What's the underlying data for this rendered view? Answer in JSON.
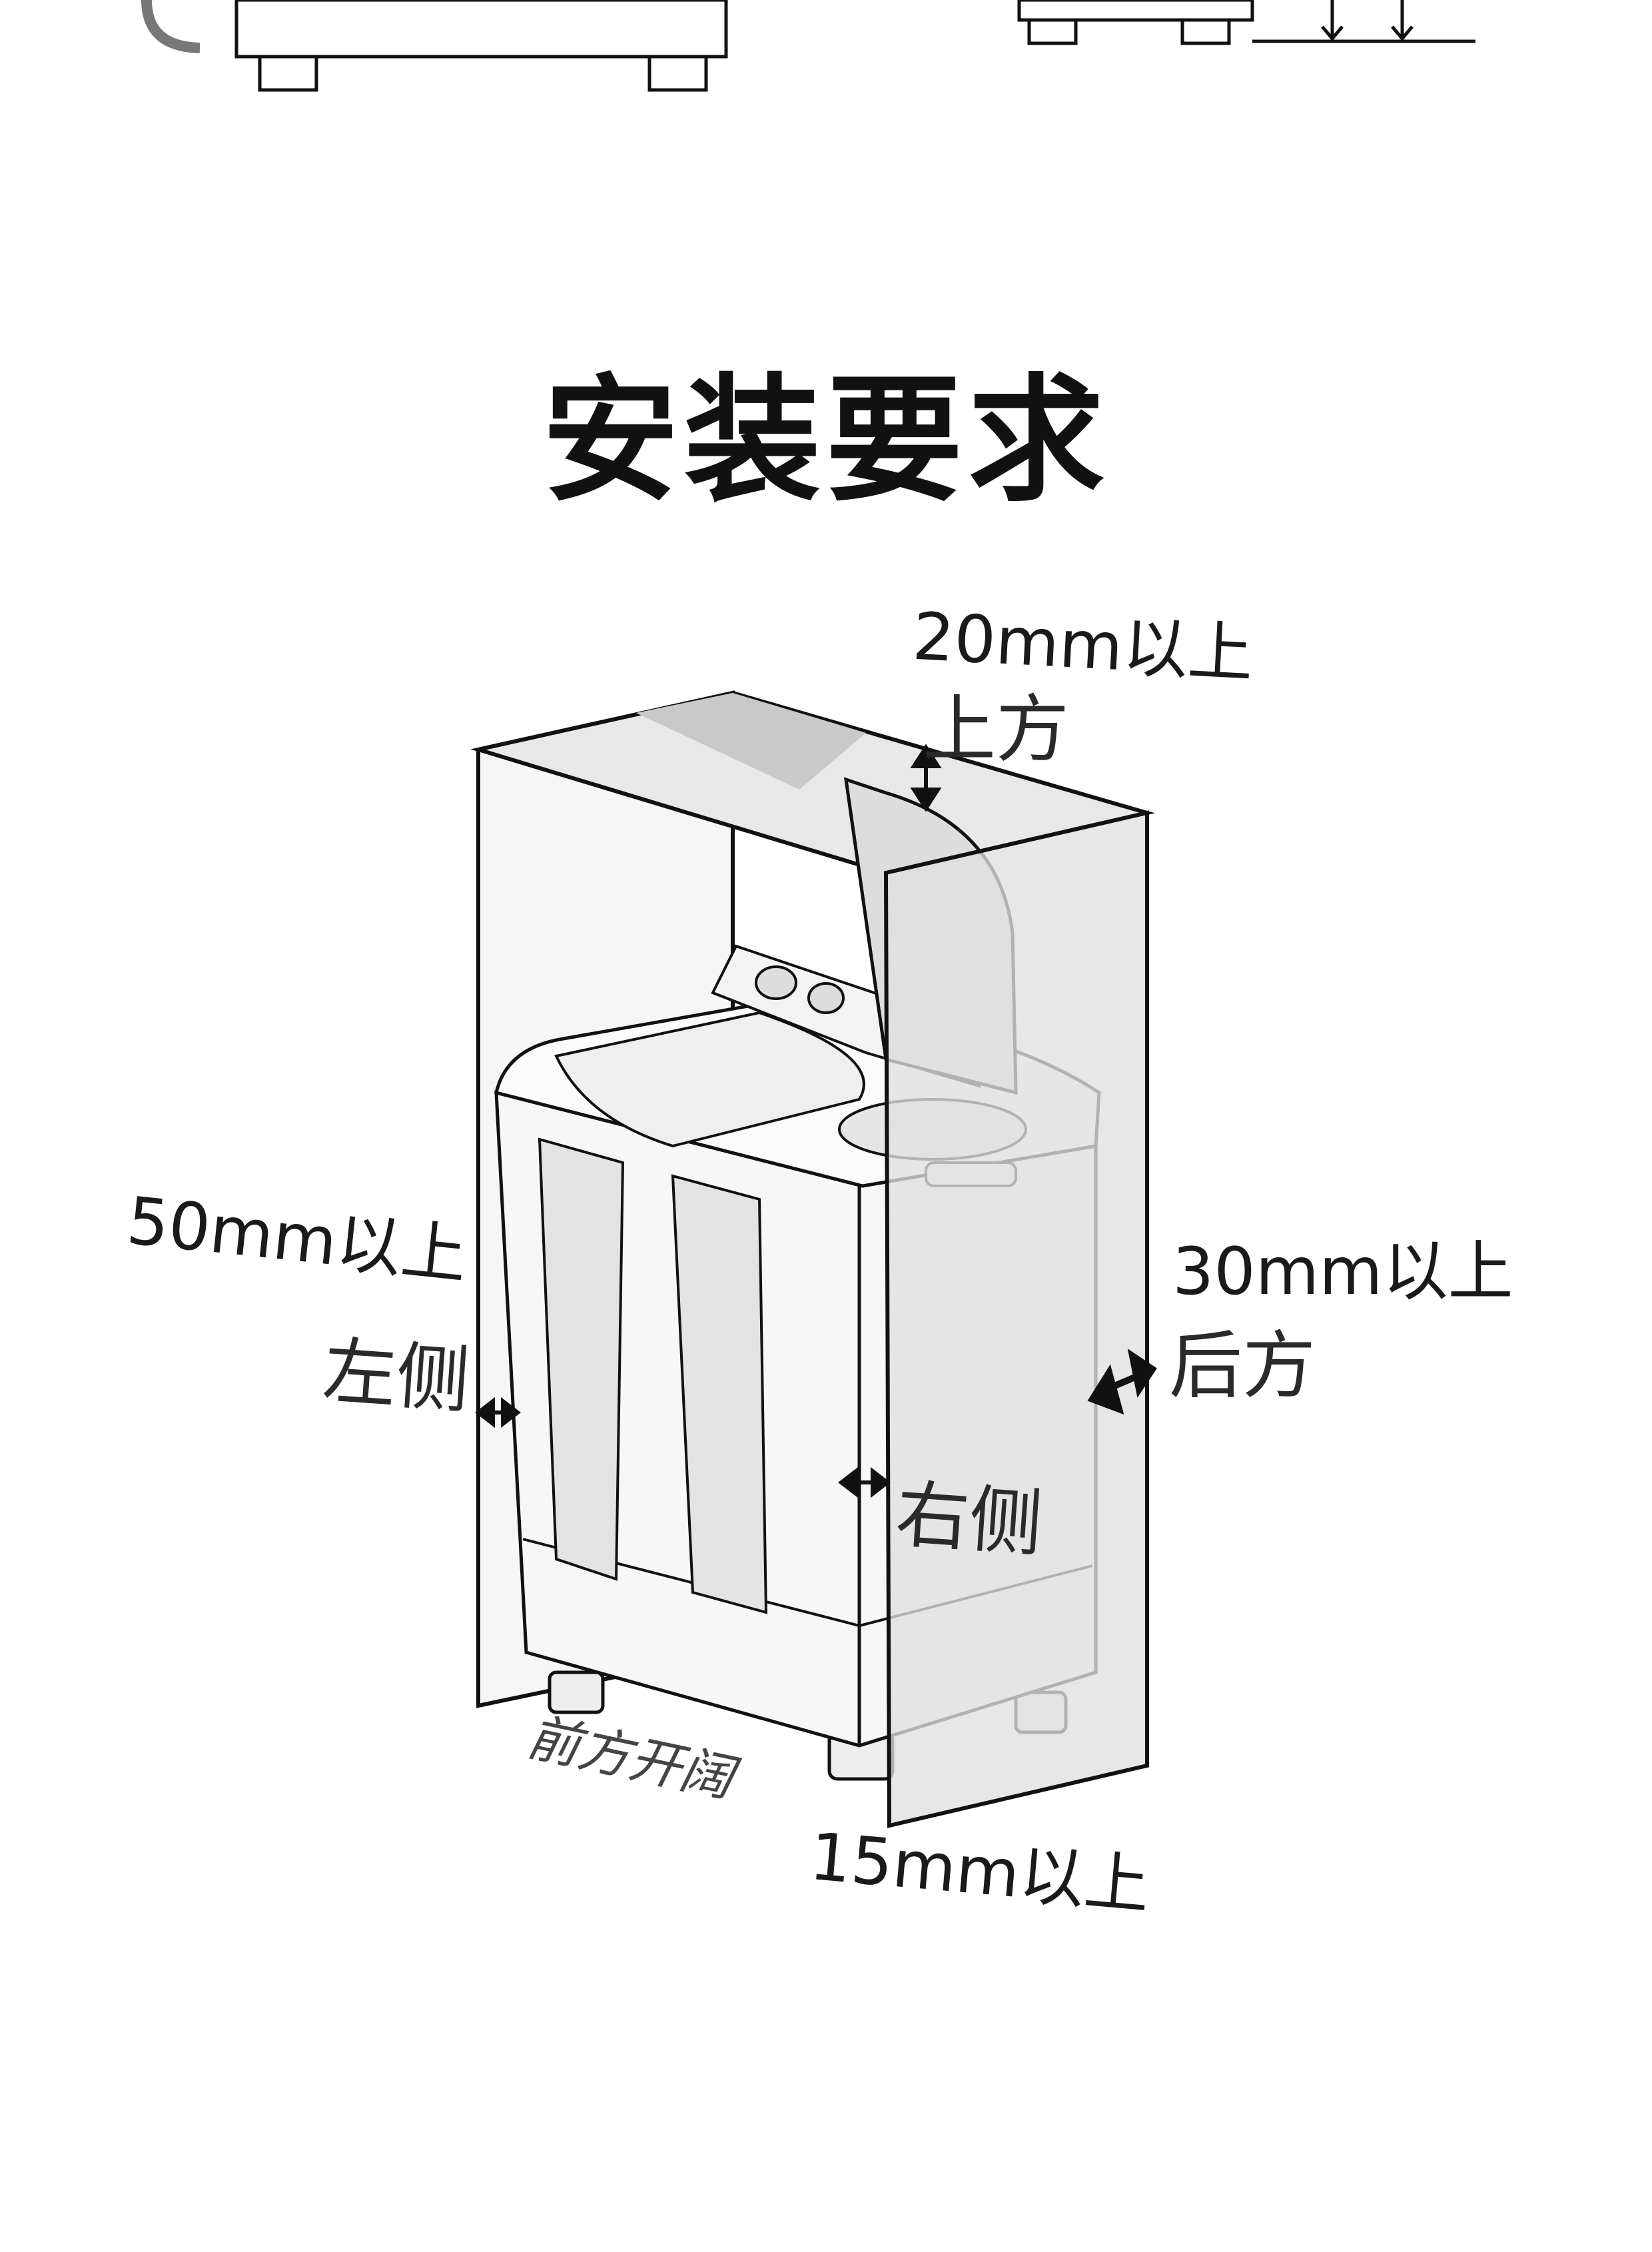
{
  "title": "安装要求",
  "top": {
    "distance": "20mm以上",
    "side": "上方"
  },
  "left": {
    "distance": "50mm以上",
    "side": "左侧"
  },
  "back": {
    "distance": "30mm以上",
    "side": "后方"
  },
  "right": {
    "side": "右侧",
    "distance": "15mm以上"
  },
  "front": {
    "label": "前方开阔"
  },
  "colors": {
    "line": "#111111",
    "wall": "#e6e6e6",
    "machine": "#f5f5f5"
  }
}
